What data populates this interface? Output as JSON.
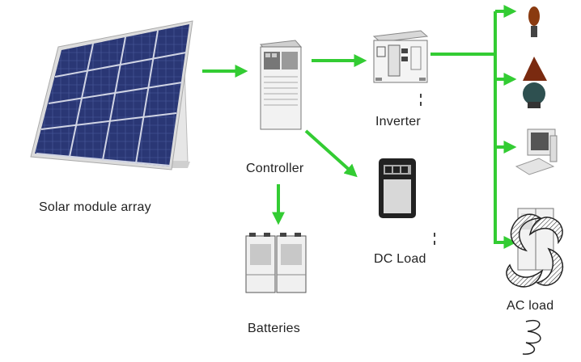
{
  "labels": {
    "solar": "Solar module array",
    "controller": "Controller",
    "inverter": "Inverter",
    "dc_load": "DC Load",
    "batteries": "Batteries",
    "ac_load": "AC load"
  },
  "colors": {
    "arrow": "#33cc33",
    "panel_cell": "#24306a",
    "panel_frame": "#d8d8d8",
    "device_body": "#f1f1f1",
    "device_outline": "#777777"
  },
  "icons": [
    "solar-panel-icon",
    "controller-cabinet-icon",
    "inverter-icon",
    "dc-load-icon",
    "battery-icon",
    "lamp-icon",
    "computer-icon",
    "refrigerator-icon",
    "logo-swirl-icon"
  ]
}
